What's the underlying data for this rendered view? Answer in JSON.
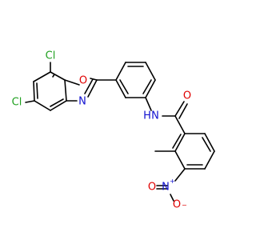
{
  "molecule": {
    "labels": {
      "cl_top": "Cl",
      "cl_left": "Cl",
      "o_ring": "O",
      "n_ring": "N",
      "o_amide": "O",
      "n_amide": "N",
      "h_amide": "H",
      "n_nitro": "N",
      "plus_charge": "+",
      "o_nitro_left": "O",
      "o_nitro_bottom": "O",
      "minus_charge": "−"
    },
    "colors": {
      "bond": "#000000",
      "carbon_black": "#000000",
      "chlorine": "#1fa01f",
      "oxygen": "#e00000",
      "nitrogen": "#1010d0"
    }
  }
}
